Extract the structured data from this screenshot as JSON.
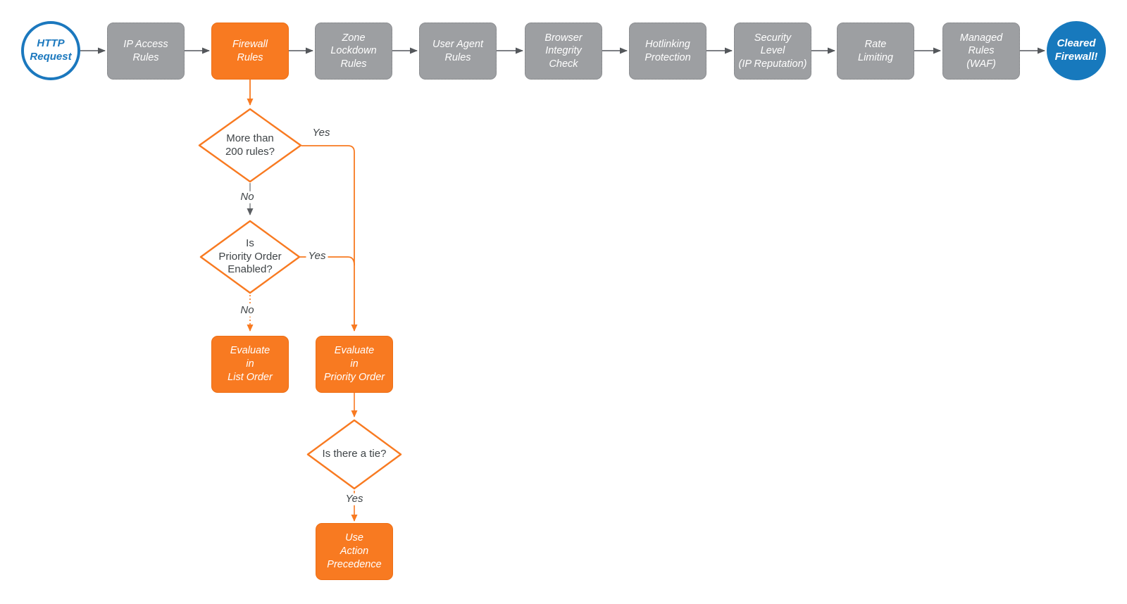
{
  "colors": {
    "accent_orange": "#F87A21",
    "stage_gray": "#9D9FA2",
    "brand_blue": "#1B78BE",
    "end_circle_blue": "#1779BD",
    "connector_dark": "#54575B",
    "text_dark": "#3F4447"
  },
  "pipeline": {
    "start": {
      "label": "HTTP\nRequest"
    },
    "stages": [
      {
        "label": "IP Access\nRules",
        "highlight": false
      },
      {
        "label": "Firewall\nRules",
        "highlight": true
      },
      {
        "label": "Zone\nLockdown\nRules",
        "highlight": false
      },
      {
        "label": "User Agent\nRules",
        "highlight": false
      },
      {
        "label": "Browser\nIntegrity\nCheck",
        "highlight": false
      },
      {
        "label": "Hotlinking\nProtection",
        "highlight": false
      },
      {
        "label": "Security\nLevel\n(IP Reputation)",
        "highlight": false
      },
      {
        "label": "Rate\nLimiting",
        "highlight": false
      },
      {
        "label": "Managed\nRules\n(WAF)",
        "highlight": false
      }
    ],
    "end": {
      "label": "Cleared\nFirewall!"
    }
  },
  "decisions": {
    "more_than_200": {
      "label": "More than\n200 rules?"
    },
    "priority_enabled": {
      "label": "Is\nPriority Order\nEnabled?"
    },
    "tie": {
      "label": "Is there a tie?"
    }
  },
  "actions": {
    "evaluate_list": {
      "label": "Evaluate\nin\nList Order"
    },
    "evaluate_priority": {
      "label": "Evaluate\nin\nPriority Order"
    },
    "action_precedence": {
      "label": "Use\nAction\nPrecedence"
    }
  },
  "edge_labels": {
    "more_than_200_yes": "Yes",
    "more_than_200_no": "No",
    "priority_enabled_yes": "Yes",
    "priority_enabled_no": "No",
    "tie_yes": "Yes"
  }
}
